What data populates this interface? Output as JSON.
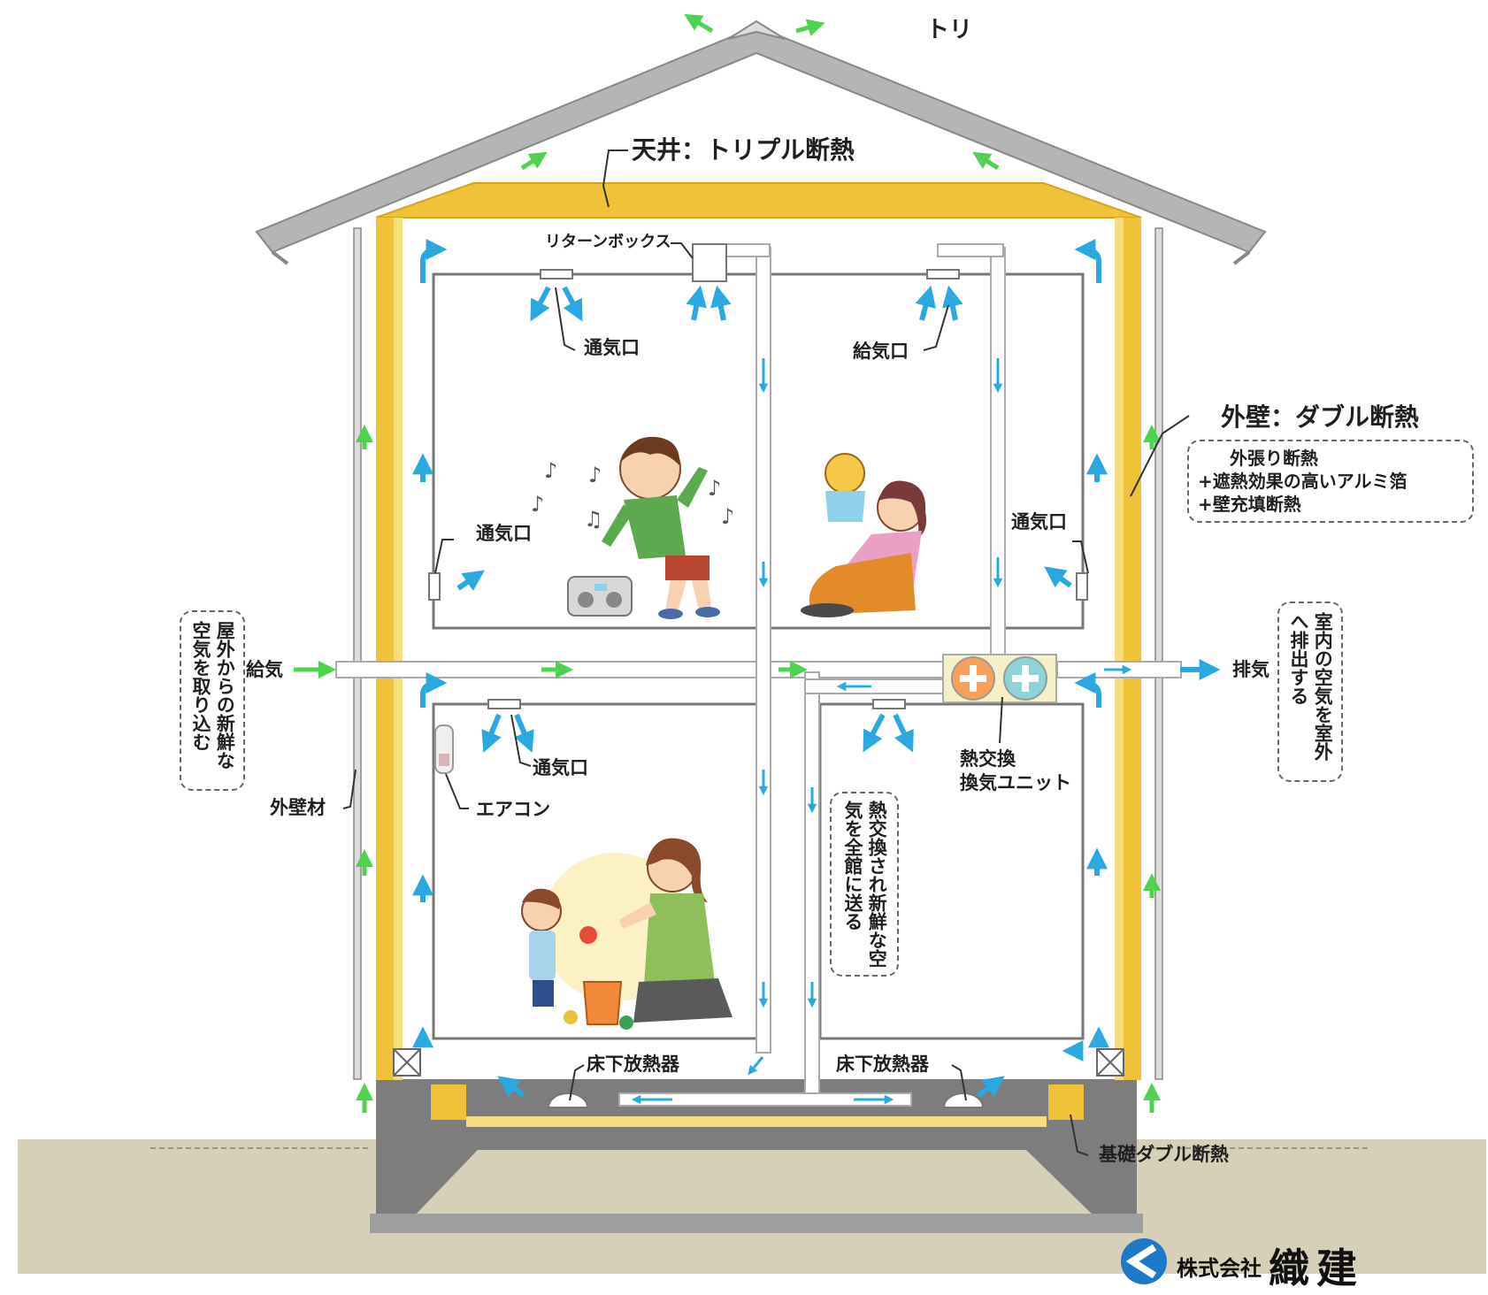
{
  "labels": {
    "top_cut": "トリ",
    "ceiling": "天井：トリプル断熱",
    "return_box": "リターンボックス",
    "vent_1f_top": "通気口",
    "supply_2f": "給気口",
    "vent_2f_left": "通気口",
    "vent_2f_right": "通気口",
    "vent_1f": "通気口",
    "aircon": "エアコン",
    "outer_wall": "外壁：ダブル断熱",
    "supply_air": "給気",
    "exhaust_air": "排気",
    "heat_exchanger_1": "熱交換",
    "heat_exchanger_2": "換気ユニット",
    "exterior_material": "外壁材",
    "floor_heater_left": "床下放熱器",
    "floor_heater_right": "床下放熱器",
    "foundation": "基礎ダブル断熱"
  },
  "notes": {
    "outer_wall_detail": [
      "外張り断熱",
      "+遮熱効果の高いアルミ箔",
      "+壁充填断熱"
    ],
    "intake": "屋外からの新鮮な空気を取り込む",
    "exhaust": "室内の空気を室外へ排出する",
    "distribution": "熱交換され新鮮な空気を全館に送る"
  },
  "company": {
    "corp_prefix": "株式会社",
    "name": "織建"
  },
  "colors": {
    "insulation": "#f0c23a",
    "insulation_light": "#f6dc7c",
    "fresh_air": "#4fd24f",
    "room_air": "#2ba8e0",
    "roof": "#b9b9b9",
    "foundation": "#7d7d7d",
    "ground": "#d3cdb6",
    "logo": "#1e78c8"
  }
}
